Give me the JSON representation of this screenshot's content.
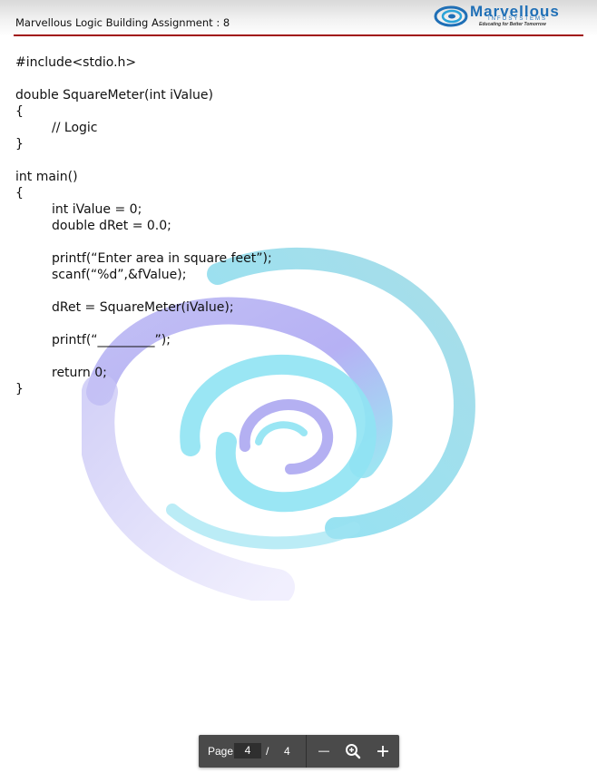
{
  "header": {
    "title": "Marvellous Logic Building Assignment : 8",
    "logo": {
      "name": "Marvellous",
      "sub": "INFOSYSTEMS",
      "tagline": "Educating for Better Tomorrow"
    },
    "accent_color": "#a01010",
    "logo_color": "#1f6fb6"
  },
  "code": {
    "lines": [
      {
        "text": "#include<stdio.h>",
        "indent": false
      },
      {
        "text": "",
        "indent": false
      },
      {
        "text": "double SquareMeter(int iValue)",
        "indent": false
      },
      {
        "text": "{",
        "indent": false
      },
      {
        "text": "// Logic",
        "indent": true
      },
      {
        "text": "}",
        "indent": false
      },
      {
        "text": "",
        "indent": false
      },
      {
        "text": "int main()",
        "indent": false
      },
      {
        "text": "{",
        "indent": false
      },
      {
        "text": "int iValue = 0;",
        "indent": true
      },
      {
        "text": "double dRet = 0.0;",
        "indent": true
      },
      {
        "text": "",
        "indent": false
      },
      {
        "text": "printf(“Enter area in square feet”);",
        "indent": true
      },
      {
        "text": "scanf(“%d”,&fValue);",
        "indent": true
      },
      {
        "text": "",
        "indent": false
      },
      {
        "text": "dRet = SquareMeter(iValue);",
        "indent": true
      },
      {
        "text": "",
        "indent": false
      },
      {
        "text": "printf(“_________”);",
        "indent": true
      },
      {
        "text": "",
        "indent": false
      },
      {
        "text": "return 0;",
        "indent": true
      },
      {
        "text": "}",
        "indent": false
      }
    ]
  },
  "toolbar": {
    "page_label": "Page",
    "current_page": "4",
    "separator": "/",
    "total_pages": "4",
    "icons": {
      "zoom_out": "minus-icon",
      "zoom_fit": "magnifier-plus-icon",
      "zoom_in": "plus-icon"
    },
    "background": "#4a4a4a"
  }
}
